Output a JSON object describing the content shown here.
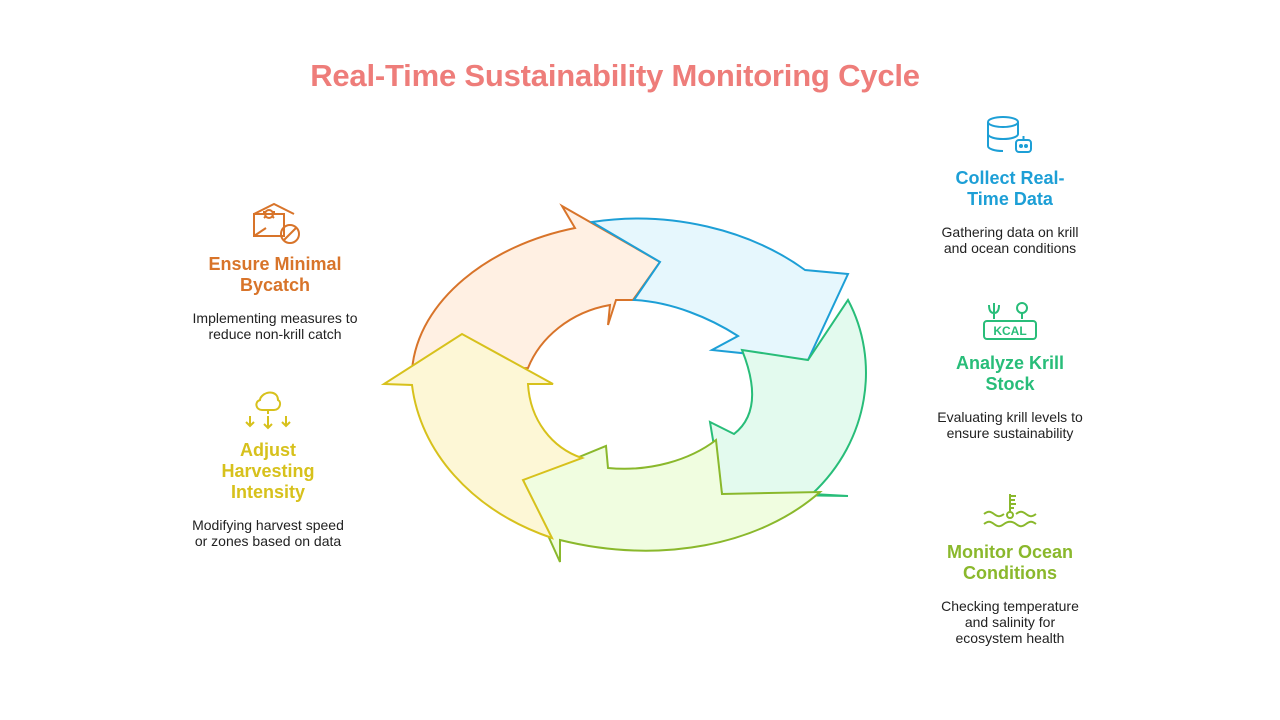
{
  "title": "Real-Time Sustainability Monitoring Cycle",
  "colors": {
    "title": "#ee7d7a",
    "collect": "#1d9fd6",
    "analyze": "#28bd79",
    "monitor": "#8ab82c",
    "adjust": "#d7c11c",
    "ensure": "#d8742a"
  },
  "steps": {
    "collect": {
      "heading": "Collect Real-Time Data",
      "description": "Gathering data on krill and ocean conditions",
      "icon": "database-robot-icon"
    },
    "analyze": {
      "heading": "Analyze Krill Stock",
      "description": "Evaluating krill levels to ensure sustainability",
      "icon": "kcal-gauge-icon",
      "icon_text": "KCAL"
    },
    "monitor": {
      "heading": "Monitor Ocean Conditions",
      "description": "Checking temperature and salinity for ecosystem health",
      "icon": "ocean-thermometer-icon"
    },
    "adjust": {
      "heading": "Adjust Harvesting Intensity",
      "description": "Modifying harvest speed or zones based on data",
      "icon": "harvest-drop-icon"
    },
    "ensure": {
      "heading": "Ensure Minimal Bycatch",
      "description": "Implementing measures to reduce non-krill catch",
      "icon": "bycatch-block-icon"
    }
  }
}
